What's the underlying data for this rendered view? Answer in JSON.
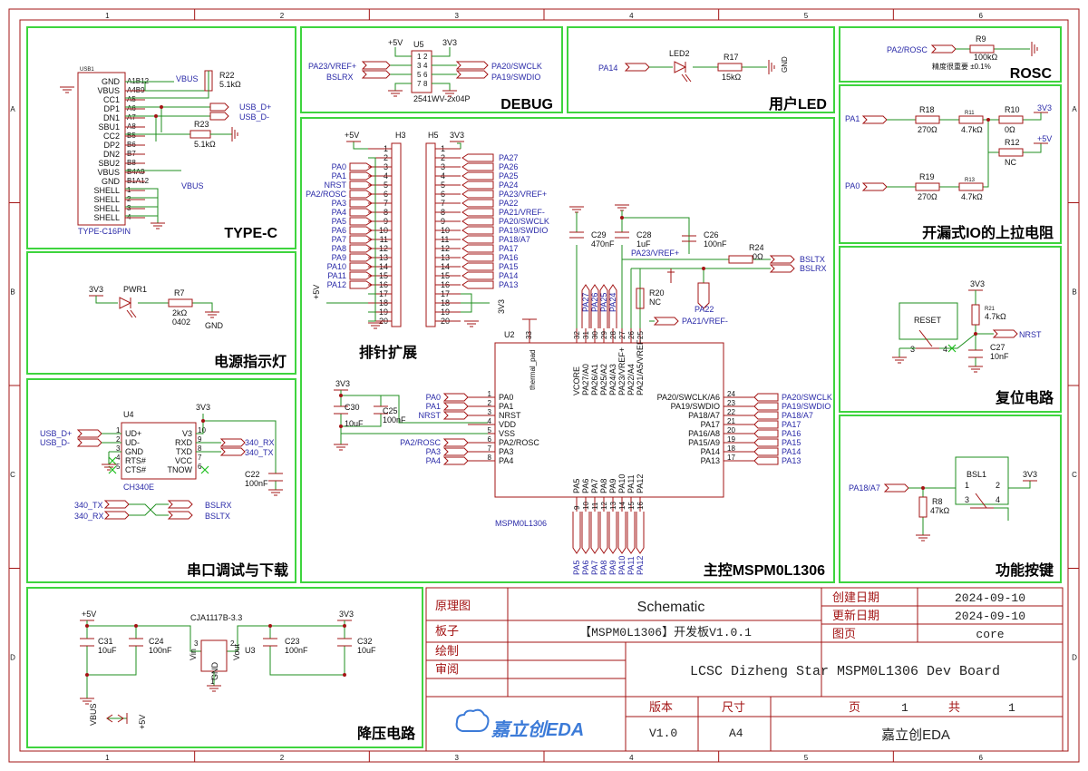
{
  "grid": {
    "cols": [
      "1",
      "2",
      "3",
      "4",
      "5",
      "6"
    ],
    "rows": [
      "A",
      "B",
      "C",
      "D"
    ]
  },
  "sections": {
    "typec": "TYPE-C",
    "debug": "DEBUG",
    "led": "用户LED",
    "rosc": "ROSC",
    "pullup": "开漏式IO的上拉电阻",
    "power_led": "电源指示灯",
    "header": "排针扩展",
    "reset": "复位电路",
    "uart": "串口调试与下载",
    "mcu": "主控MSPM0L1306",
    "key": "功能按键",
    "ldo": "降压电路"
  },
  "typec": {
    "ref": "USB1",
    "part": "TYPE-C16PIN",
    "pins_left": [
      "GND",
      "VBUS",
      "CC1",
      "DP1",
      "DN1",
      "SBU1",
      "CC2",
      "DP2",
      "DN2",
      "SBU2",
      "VBUS",
      "GND",
      "SHELL",
      "SHELL",
      "SHELL",
      "SHELL"
    ],
    "pins_num": [
      "A1B12",
      "A4B9",
      "A5",
      "A6",
      "A7",
      "A8",
      "B5",
      "B6",
      "B7",
      "B8",
      "B4A9",
      "B1A12",
      "1",
      "2",
      "3",
      "4"
    ],
    "vbus": "VBUS",
    "vbus2": "VBUS",
    "r22": "R22",
    "r22v": "5.1kΩ",
    "r23": "R23",
    "r23v": "5.1kΩ",
    "usbdp": "USB_D+",
    "usbdn": "USB_D-"
  },
  "debug": {
    "u5": "U5",
    "part": "2541WV-2x04P",
    "v5": "+5V",
    "v33": "3V3",
    "left_nets": [
      "PA23/VREF+",
      "BSLRX"
    ],
    "right_nets": [
      "PA20/SWCLK",
      "PA19/SWDIO"
    ],
    "pins": [
      "1",
      "2",
      "3",
      "4",
      "5",
      "6",
      "7",
      "8"
    ]
  },
  "led": {
    "net": "PA14",
    "led": "LED2",
    "r": "R17",
    "rv": "15kΩ",
    "gnd": "GND"
  },
  "rosc": {
    "net": "PA2/ROSC",
    "r": "R9",
    "rv": "100kΩ",
    "note": "精度很重要 ±0.1%"
  },
  "pullup": {
    "pa1": "PA1",
    "pa0": "PA0",
    "r18": "R18",
    "r18v": "270Ω",
    "r11": "R11",
    "r11v": "4.7kΩ",
    "r10": "R10",
    "r10v": "0Ω",
    "r12": "R12",
    "r12v": "NC",
    "r19": "R19",
    "r19v": "270Ω",
    "r13": "R13",
    "r13v": "4.7kΩ",
    "v33": "3V3",
    "v5": "+5V"
  },
  "pwrled": {
    "v33": "3V3",
    "led": "PWR1",
    "r": "R7",
    "rv": "2kΩ",
    "pkg": "0402",
    "gnd": "GND"
  },
  "headers": {
    "h3": "H3",
    "h5": "H5",
    "v5": "+5V",
    "v33": "3V3",
    "h3_nets": [
      "PA0",
      "PA1",
      "NRST",
      "PA2/ROSC",
      "PA3",
      "PA4",
      "PA5",
      "PA6",
      "PA7",
      "PA8",
      "PA9",
      "PA10",
      "PA11",
      "PA12"
    ],
    "h5_nets": [
      "PA27",
      "PA26",
      "PA25",
      "PA24",
      "PA23/VREF+",
      "PA22",
      "PA21/VREF-",
      "PA20/SWCLK",
      "PA19/SWDIO",
      "PA18/A7",
      "PA17",
      "PA16",
      "PA15",
      "PA14",
      "PA13"
    ],
    "nums": [
      "1",
      "2",
      "3",
      "4",
      "5",
      "6",
      "7",
      "8",
      "9",
      "10",
      "11",
      "12",
      "13",
      "14",
      "15",
      "16",
      "17",
      "18",
      "19",
      "20"
    ],
    "v5b": "+5V",
    "v33b": "3V3"
  },
  "mcu": {
    "u2": "U2",
    "part": "MSPM0L1306",
    "thermal": "thermal_pad",
    "pin33": "33",
    "left_pins": [
      {
        "n": "1",
        "name": "PA0",
        "net": "PA0"
      },
      {
        "n": "2",
        "name": "PA1",
        "net": "PA1"
      },
      {
        "n": "3",
        "name": "NRST",
        "net": "NRST"
      },
      {
        "n": "4",
        "name": "VDD",
        "net": ""
      },
      {
        "n": "5",
        "name": "VSS",
        "net": ""
      },
      {
        "n": "6",
        "name": "PA2/ROSC",
        "net": "PA2/ROSC"
      },
      {
        "n": "7",
        "name": "PA3",
        "net": "PA3"
      },
      {
        "n": "8",
        "name": "PA4",
        "net": "PA4"
      }
    ],
    "right_pins": [
      {
        "n": "24",
        "name": "PA20/SWCLK/A6",
        "net": "PA20/SWCLK"
      },
      {
        "n": "23",
        "name": "PA19/SWDIO",
        "net": "PA19/SWDIO"
      },
      {
        "n": "22",
        "name": "PA18/A7",
        "net": "PA18/A7"
      },
      {
        "n": "21",
        "name": "PA17",
        "net": "PA17"
      },
      {
        "n": "20",
        "name": "PA16/A8",
        "net": "PA16"
      },
      {
        "n": "19",
        "name": "PA15/A9",
        "net": "PA15"
      },
      {
        "n": "18",
        "name": "PA14",
        "net": "PA14"
      },
      {
        "n": "17",
        "name": "PA13",
        "net": "PA13"
      }
    ],
    "top_pins": [
      {
        "n": "32",
        "name": "VCORE"
      },
      {
        "n": "31",
        "name": "PA27/A0"
      },
      {
        "n": "30",
        "name": "PA26/A1"
      },
      {
        "n": "29",
        "name": "PA25/A2"
      },
      {
        "n": "28",
        "name": "PA24/A3"
      },
      {
        "n": "27",
        "name": "PA23/VREF+"
      },
      {
        "n": "26",
        "name": "PA22/A4"
      },
      {
        "n": "25",
        "name": "PA21/A5/VREF-"
      }
    ],
    "top_nets": [
      "PA27",
      "PA26",
      "PA25",
      "PA24"
    ],
    "bottom_pins": [
      {
        "n": "9",
        "name": "PA5"
      },
      {
        "n": "10",
        "name": "PA6"
      },
      {
        "n": "11",
        "name": "PA7"
      },
      {
        "n": "12",
        "name": "PA8"
      },
      {
        "n": "13",
        "name": "PA9"
      },
      {
        "n": "14",
        "name": "PA10"
      },
      {
        "n": "15",
        "name": "PA11"
      },
      {
        "n": "16",
        "name": "PA12"
      }
    ],
    "c29": "C29",
    "c29v": "470nF",
    "c28": "C28",
    "c28v": "1uF",
    "c26": "C26",
    "c26v": "100nF",
    "r24": "R24",
    "r24v": "0Ω",
    "r20": "R20",
    "r20v": "NC",
    "c30": "C30",
    "c30v": "10uF",
    "c25": "C25",
    "c25v": "100nF",
    "v33": "3V3",
    "pa23net": "PA23/VREF+",
    "pa22": "PA22",
    "pa21": "PA21/VREF-",
    "bsltx": "BSLTX",
    "bslrx": "BSLRX"
  },
  "reset": {
    "v33": "3V3",
    "r21": "R21",
    "r21v": "4.7kΩ",
    "btn": "RESET",
    "nrst": "NRST",
    "c27": "C27",
    "c27v": "10nF",
    "p3": "3",
    "p4": "4"
  },
  "uart": {
    "u4": "U4",
    "part": "CH340E",
    "v33": "3V3",
    "left": [
      "UD+",
      "UD-",
      "GND",
      "RTS#",
      "CTS#"
    ],
    "left_n": [
      "1",
      "2",
      "3",
      "4",
      "5"
    ],
    "right": [
      "V3",
      "RXD",
      "TXD",
      "VCC",
      "TNOW"
    ],
    "right_n": [
      "10",
      "9",
      "8",
      "7",
      "6"
    ],
    "usbdp": "USB_D+",
    "usbdn": "USB_D-",
    "rx": "340_RX",
    "tx": "340_TX",
    "c22": "C22",
    "c22v": "100nF",
    "tx2": "340_TX",
    "rx2": "340_RX",
    "bslrx": "BSLRX",
    "bsltx": "BSLTX"
  },
  "key": {
    "net": "PA18/A7",
    "btn": "BSL1",
    "v33": "3V3",
    "r8": "R8",
    "r8v": "47kΩ",
    "p1": "1",
    "p2": "2",
    "p3": "3",
    "p4": "4"
  },
  "ldo": {
    "v5": "+5V",
    "v33": "3V3",
    "part": "CJA1117B-3.3",
    "u3": "U3",
    "vin": "Vin",
    "vout": "Vout",
    "gnd": "GND",
    "pin3": "3",
    "pin2": "2",
    "pin1": "1",
    "c31": "C31",
    "c31v": "10uF",
    "c24": "C24",
    "c24v": "100nF",
    "c23": "C23",
    "c23v": "100nF",
    "c32": "C32",
    "c32v": "10uF",
    "vbus": "VBUS",
    "v5b": "+5V"
  },
  "titleblock": {
    "k1": "原理图",
    "v1": "Schematic",
    "k2": "板子",
    "v2": "【MSPM0L1306】开发板V1.0.1",
    "k3": "绘制",
    "k4": "审阅",
    "project": "LCSC Dizheng Star MSPM0L1306 Dev Board",
    "created_k": "创建日期",
    "created_v": "2024-09-10",
    "updated_k": "更新日期",
    "updated_v": "2024-09-10",
    "page_k": "图页",
    "page_v": "core",
    "logo": "嘉立创EDA",
    "ver_k": "版本",
    "ver_v": "V1.0",
    "size_k": "尺寸",
    "size_v": "A4",
    "pg_k": "页",
    "pg_v": "1",
    "tot_k": "共",
    "tot_v": "1",
    "company": "嘉立创EDA"
  }
}
